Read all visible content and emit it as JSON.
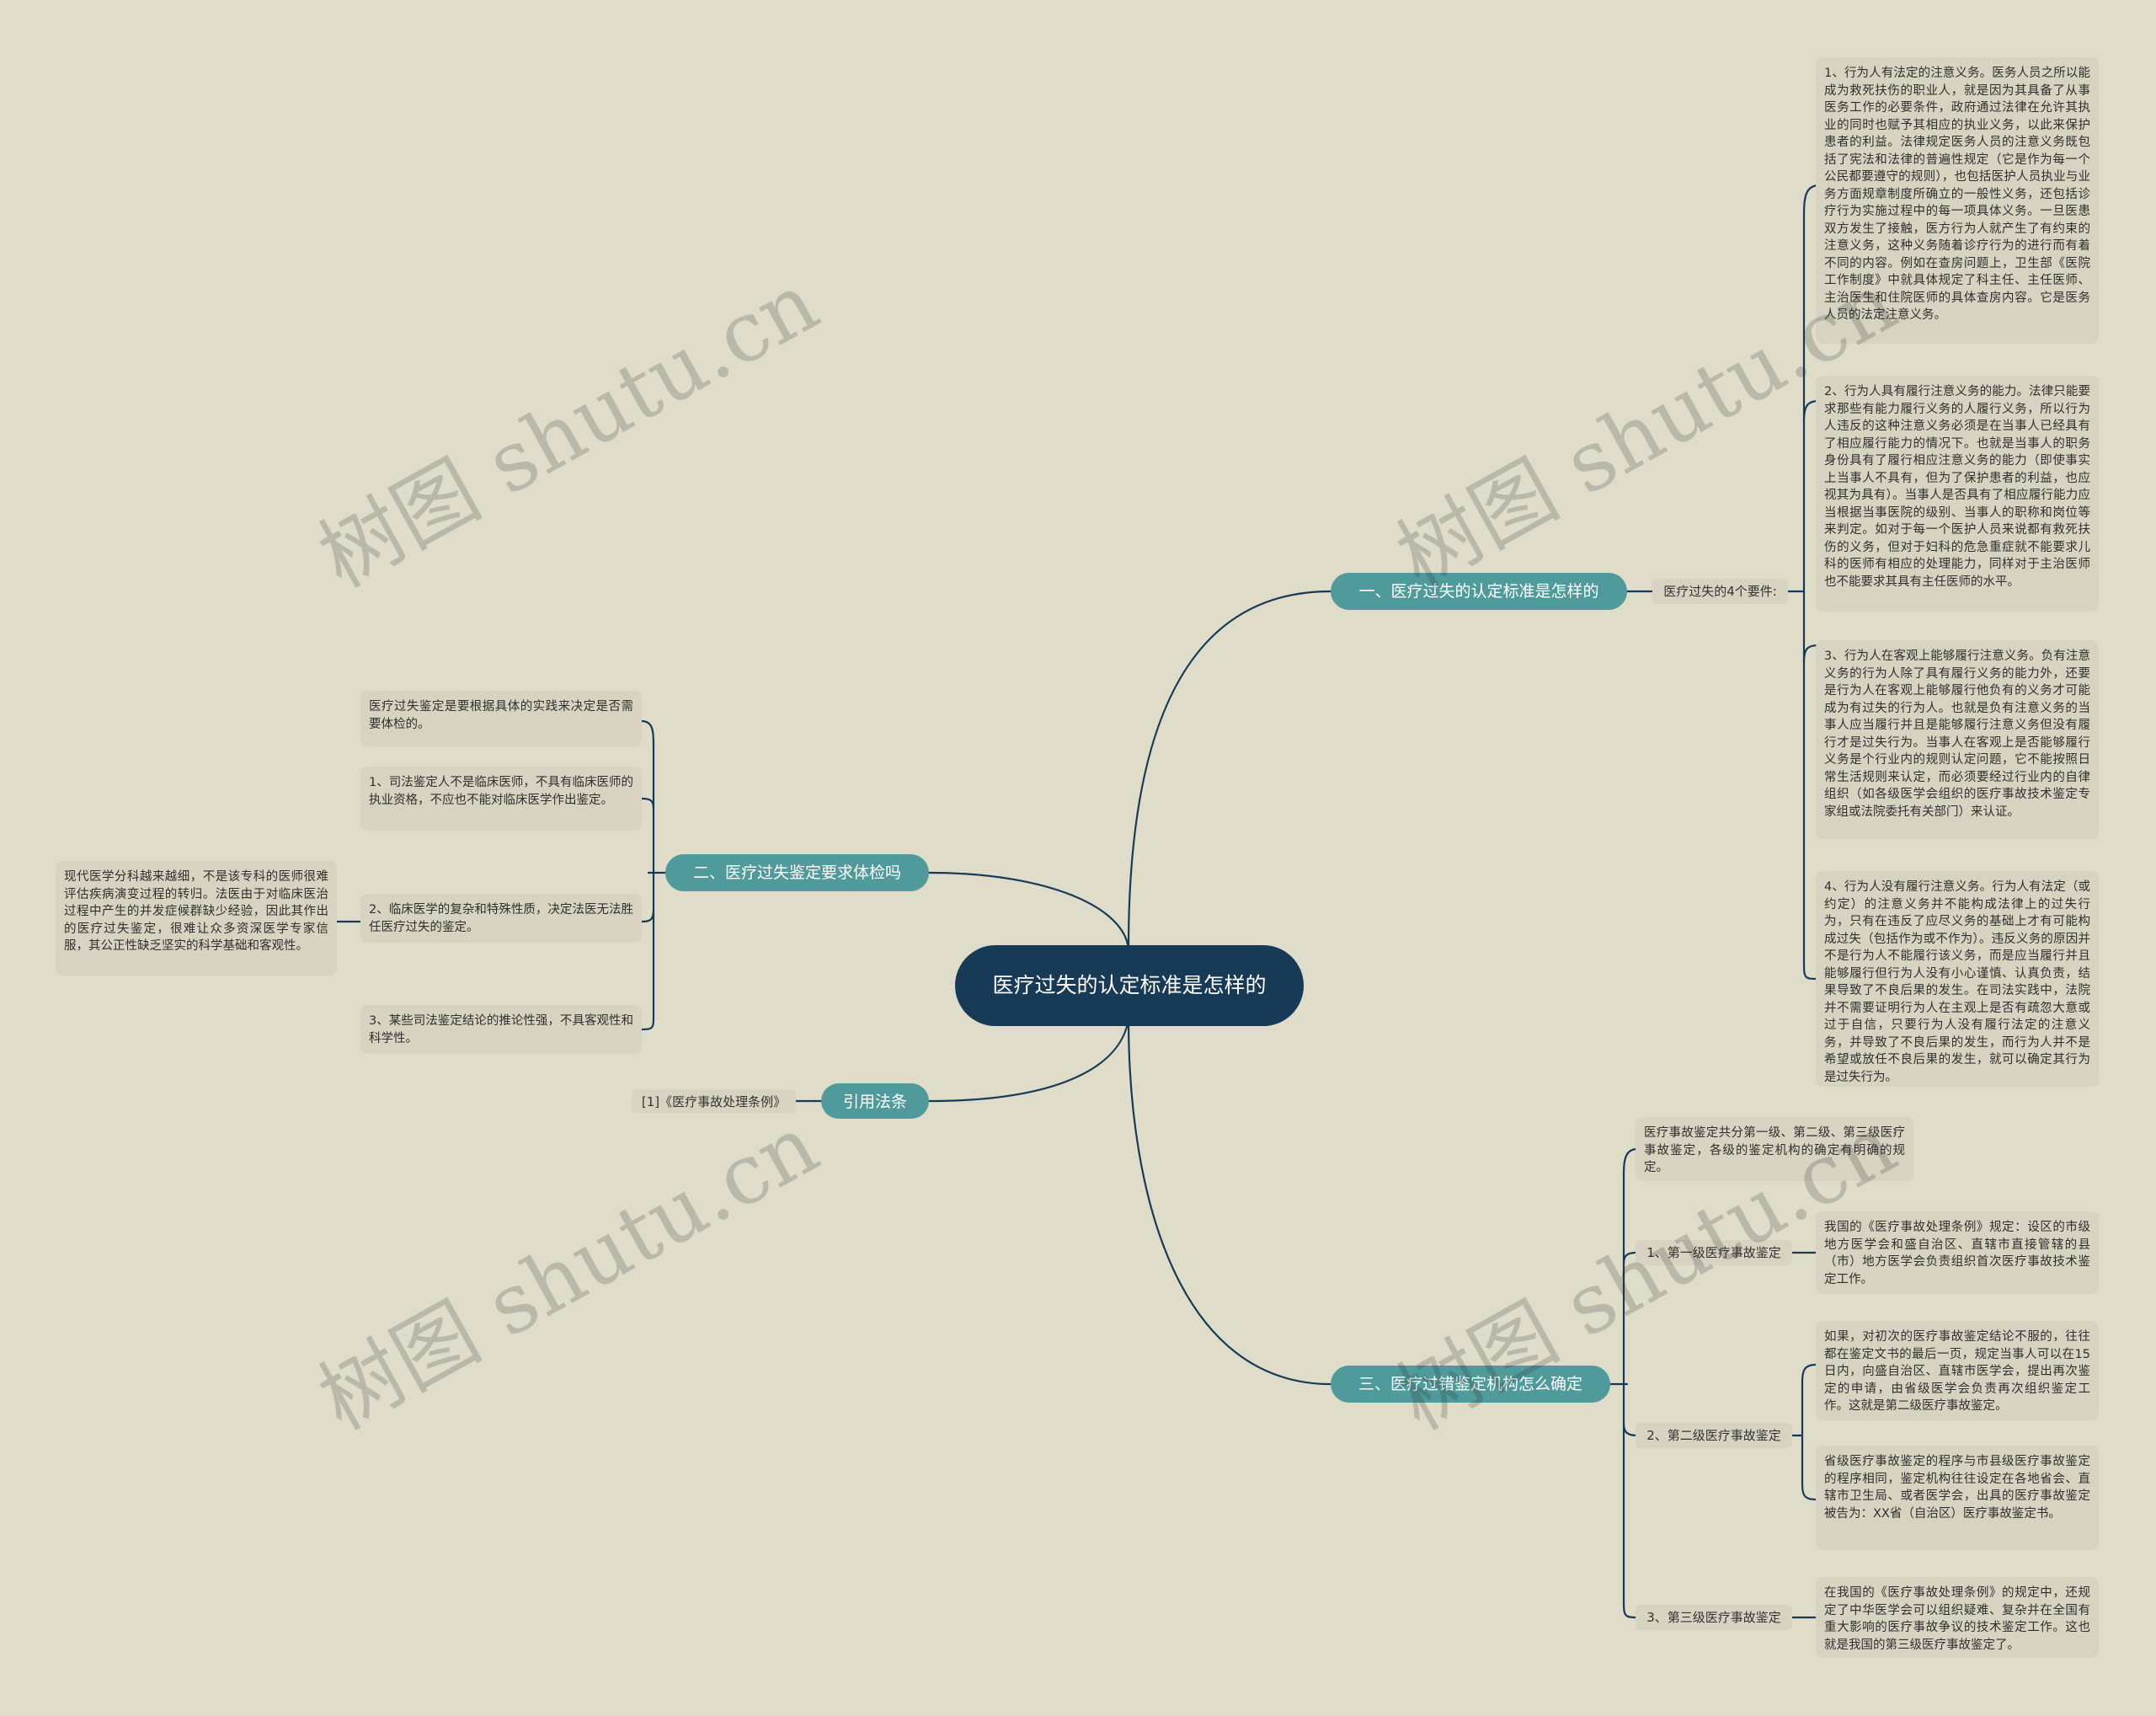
{
  "root": {
    "title": "医疗过失的认定标准是怎样的"
  },
  "branch1": {
    "title": "一、医疗过失的认定标准是怎样的",
    "label": "医疗过失的4个要件:",
    "items": [
      "1、行为人有法定的注意义务。医务人员之所以能成为救死扶伤的职业人，就是因为其具备了从事医务工作的必要条件，政府通过法律在允许其执业的同时也赋予其相应的执业义务，以此来保护患者的利益。法律规定医务人员的注意义务既包括了宪法和法律的普遍性规定（它是作为每一个公民都要遵守的规则），也包括医护人员执业与业务方面规章制度所确立的一般性义务，还包括诊疗行为实施过程中的每一项具体义务。一旦医患双方发生了接触，医方行为人就产生了有约束的注意义务，这种义务随着诊疗行为的进行而有着不同的内容。例如在查房问题上，卫生部《医院工作制度》中就具体规定了科主任、主任医师、主治医生和住院医师的具体查房内容。它是医务人员的法定注意义务。",
      "2、行为人具有履行注意义务的能力。法律只能要求那些有能力履行义务的人履行义务，所以行为人违反的这种注意义务必须是在当事人已经具有了相应履行能力的情况下。也就是当事人的职务身份具有了履行相应注意义务的能力（即使事实上当事人不具有，但为了保护患者的利益，也应视其为具有）。当事人是否具有了相应履行能力应当根据当事医院的级别、当事人的职称和岗位等来判定。如对于每一个医护人员来说都有救死扶伤的义务，但对于妇科的危急重症就不能要求儿科的医师有相应的处理能力，同样对于主治医师也不能要求其具有主任医师的水平。",
      "3、行为人在客观上能够履行注意义务。负有注意义务的行为人除了具有履行义务的能力外，还要是行为人在客观上能够履行他负有的义务才可能成为有过失的行为人。也就是负有注意义务的当事人应当履行并且是能够履行注意义务但没有履行才是过失行为。当事人在客观上是否能够履行义务是个行业内的规则认定问题，它不能按照日常生活规则来认定，而必须要经过行业内的自律组织（如各级医学会组织的医疗事故技术鉴定专家组或法院委托有关部门）来认证。",
      "4、行为人没有履行注意义务。行为人有法定（或约定）的注意义务并不能构成法律上的过失行为，只有在违反了应尽义务的基础上才有可能构成过失（包括作为或不作为）。违反义务的原因并不是行为人不能履行该义务，而是应当履行并且能够履行但行为人没有小心谨慎、认真负责，结果导致了不良后果的发生。在司法实践中，法院并不需要证明行为人在主观上是否有疏忽大意或过于自信，只要行为人没有履行法定的注意义务，并导致了不良后果的发生，而行为人并不是希望或放任不良后果的发生，就可以确定其行为是过失行为。"
    ]
  },
  "branch2": {
    "title": "二、医疗过失鉴定要求体检吗",
    "items": [
      "医疗过失鉴定是要根据具体的实践来决定是否需要体检的。",
      "1、司法鉴定人不是临床医师，不具有临床医师的执业资格，不应也不能对临床医学作出鉴定。",
      "2、临床医学的复杂和特殊性质，决定法医无法胜任医疗过失的鉴定。",
      "3、某些司法鉴定结论的推论性强，不具客观性和科学性。"
    ],
    "sub_note": "现代医学分科越来越细，不是该专科的医师很难评估疾病演变过程的转归。法医由于对临床医治过程中产生的并发症候群缺少经验，因此其作出的医疗过失鉴定，很难让众多资深医学专家信服，其公正性缺乏坚实的科学基础和客观性。"
  },
  "branch_cite": {
    "title": "引用法条",
    "item": "[1]《医疗事故处理条例》"
  },
  "branch3": {
    "title": "三、医疗过错鉴定机构怎么确定",
    "intro": "医疗事故鉴定共分第一级、第二级、第三级医疗事故鉴定，各级的鉴定机构的确定有明确的规定。",
    "level1": {
      "label": "1、第一级医疗事故鉴定",
      "note": "我国的《医疗事故处理条例》规定：设区的市级地方医学会和盛自治区、直辖市直接管辖的县（市）地方医学会负责组织首次医疗事故技术鉴定工作。"
    },
    "level2": {
      "label": "2、第二级医疗事故鉴定",
      "notes": [
        "如果，对初次的医疗事故鉴定结论不服的，往往都在鉴定文书的最后一页，规定当事人可以在15日内，向盛自治区、直辖市医学会，提出再次鉴定的申请，由省级医学会负责再次组织鉴定工作。这就是第二级医疗事故鉴定。",
        "省级医疗事故鉴定的程序与市县级医疗事故鉴定的程序相同，鉴定机构往往设定在各地省会、直辖市卫生局、或者医学会，出具的医疗事故鉴定被告为：XX省（自治区）医疗事故鉴定书。"
      ]
    },
    "level3": {
      "label": "3、第三级医疗事故鉴定",
      "note": "在我国的《医疗事故处理条例》的规定中，还规定了中华医学会可以组织疑难、复杂并在全国有重大影响的医疗事故争议的技术鉴定工作。这也就是我国的第三级医疗事故鉴定了。"
    }
  },
  "watermark": "树图 shutu.cn",
  "colors": {
    "background": "#dfdcca",
    "root": "#173a57",
    "branch": "#4f9a9a",
    "note": "#d7d3c0",
    "connector": "#173a57"
  }
}
